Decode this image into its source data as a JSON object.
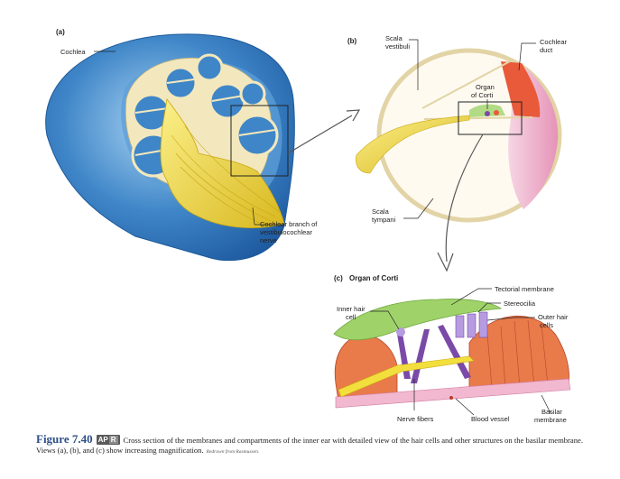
{
  "panel_a": {
    "tag": "(a)",
    "cochlea": "Cochlea",
    "nerve_1": "Cochlear branch of",
    "nerve_2": "vestibulocochlear",
    "nerve_3": "nerve"
  },
  "panel_b": {
    "tag": "(b)",
    "scala_vestibuli_1": "Scala",
    "scala_vestibuli_2": "vestibuli",
    "cochlear_duct_1": "Cochlear",
    "cochlear_duct_2": "duct",
    "organ_1": "Organ",
    "organ_2": "of Corti",
    "scala_tympani_1": "Scala",
    "scala_tympani_2": "tympani"
  },
  "panel_c": {
    "tag": "(c)",
    "title": "Organ of Corti",
    "tectorial": "Tectorial membrane",
    "stereocilia": "Stereocilia",
    "inner_hair_1": "Inner hair",
    "inner_hair_2": "cell",
    "outer_hair_1": "Outer hair",
    "outer_hair_2": "cells",
    "nerve_fibers": "Nerve fibers",
    "blood_vessel": "Blood vessel",
    "basilar_1": "Basilar",
    "basilar_2": "membrane"
  },
  "caption": {
    "figure": "Figure 7.40",
    "badge_ap": "AP",
    "badge_r": "R",
    "text": "Cross section of the membranes and compartments of the inner ear with detailed view of the hair cells and other structures on the basilar membrane. Views (a), (b), and (c) show increasing magnification.",
    "credit": "Redrawn from Rasmussen."
  },
  "colors": {
    "cochlea_blue": "#3f86c8",
    "nerve_yellow": "#f2df3e",
    "bone_cream": "#f3e8bd",
    "tectorial_green": "#9fd36a",
    "hair_cell_purple": "#7a4aa8",
    "outer_cell_orange": "#e97a4a"
  }
}
